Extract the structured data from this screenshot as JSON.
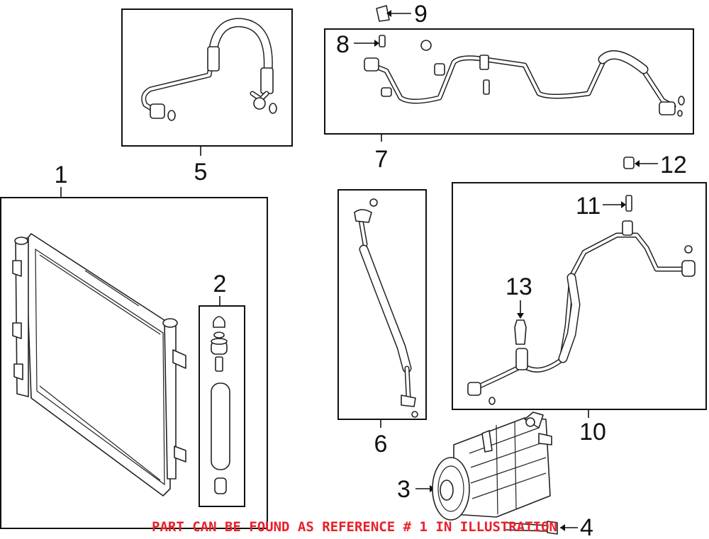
{
  "callouts": {
    "c1": "1",
    "c2": "2",
    "c3": "3",
    "c4": "4",
    "c5": "5",
    "c6": "6",
    "c7": "7",
    "c8": "8",
    "c9": "9",
    "c10": "10",
    "c11": "11",
    "c12": "12",
    "c13": "13"
  },
  "banner": {
    "text": "PART CAN BE FOUND AS REFERENCE # 1 IN ILLUSTRATION",
    "color": "#e8202a"
  },
  "icons": {
    "condenser": "condenser-icon",
    "drier": "receiver-drier-icon",
    "compressor": "ac-compressor-icon",
    "hoses": "refrigerant-line-icon"
  }
}
